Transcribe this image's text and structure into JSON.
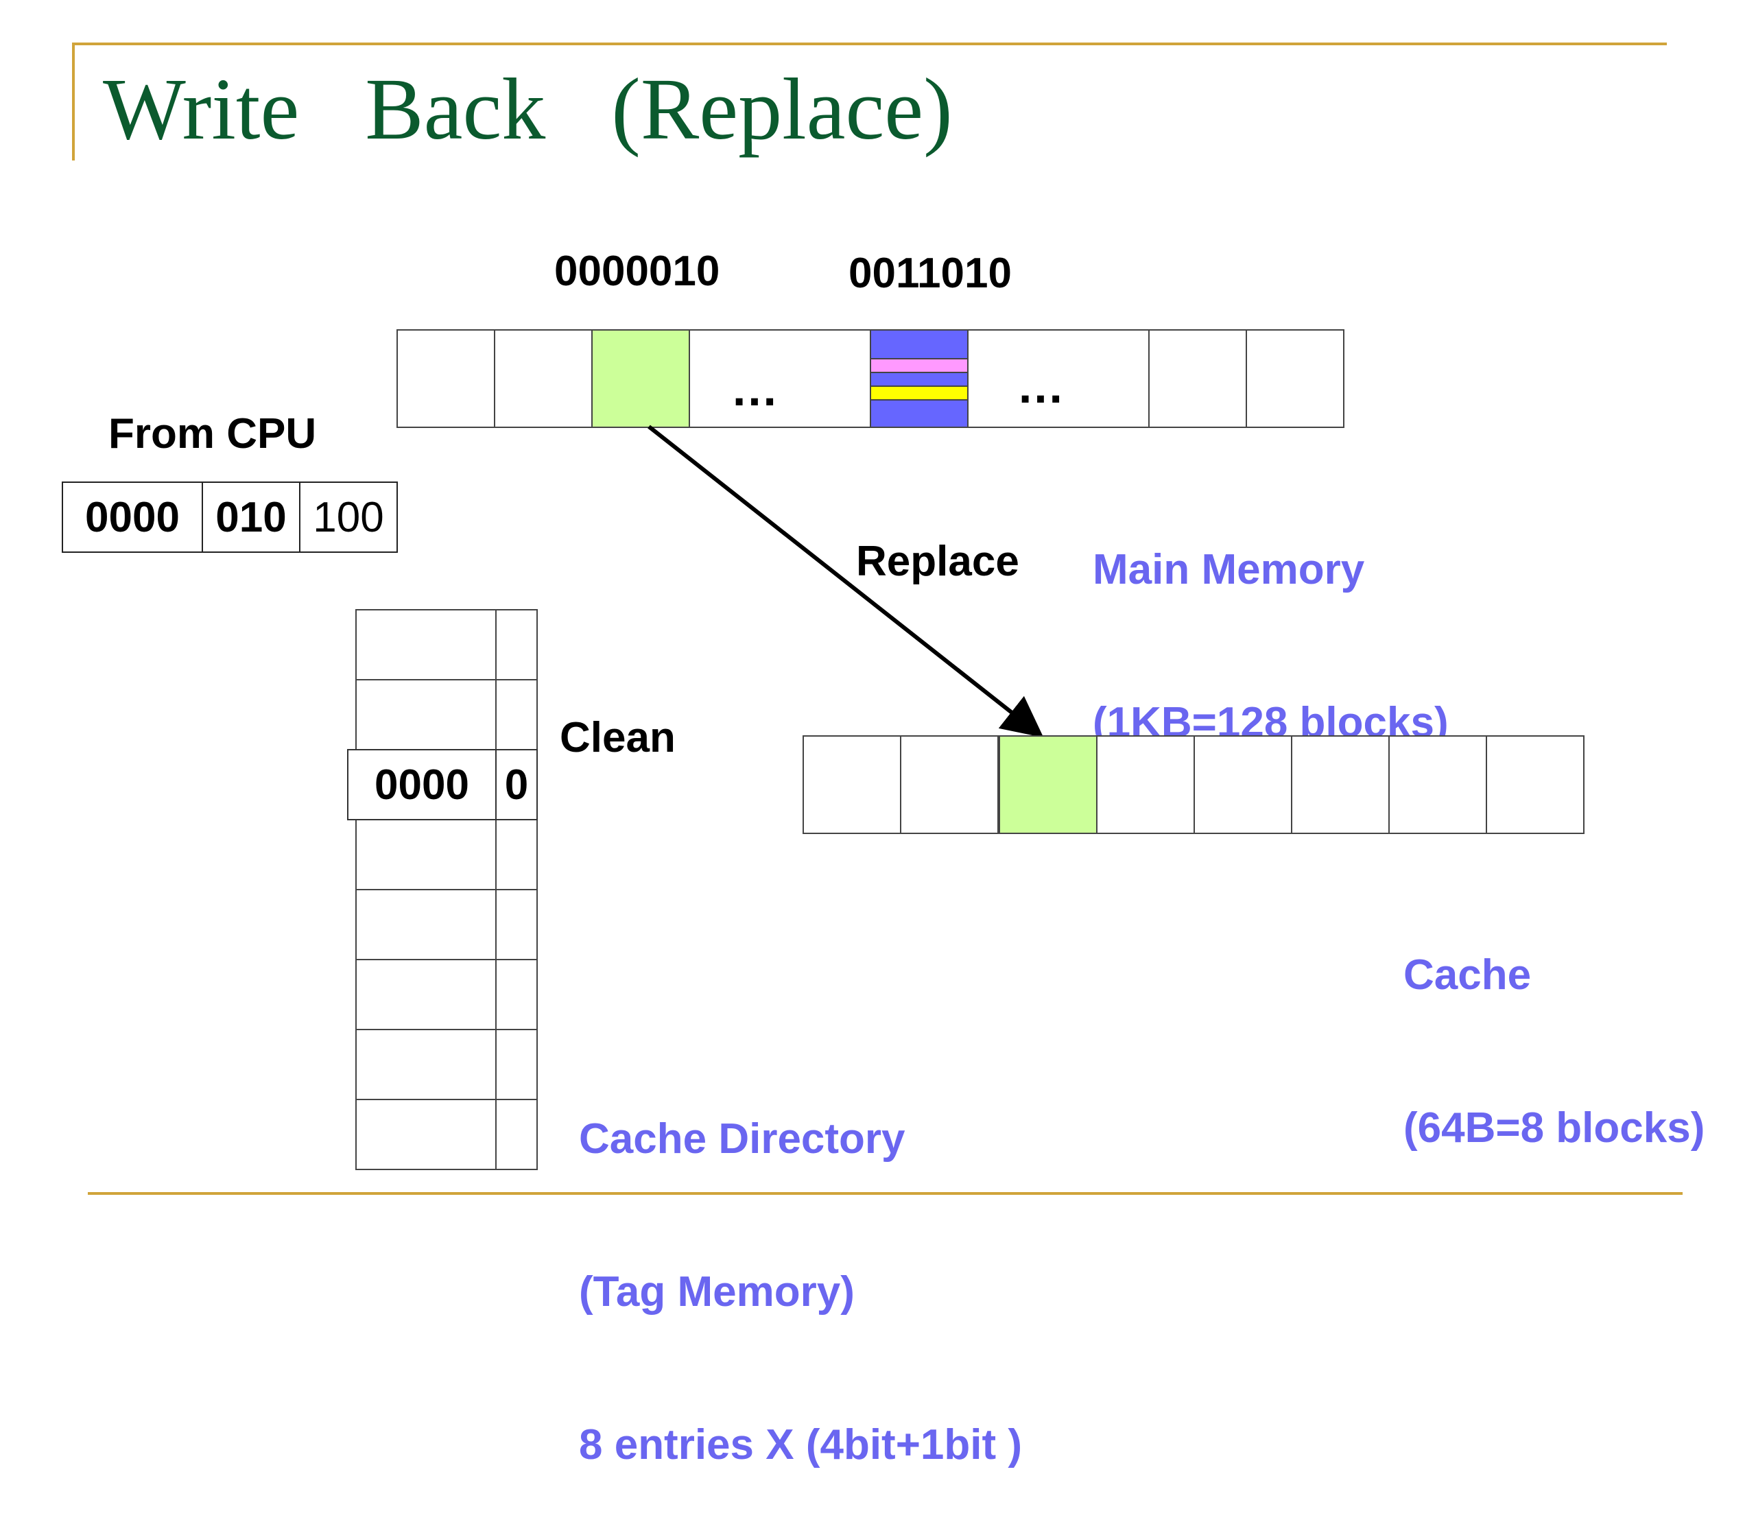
{
  "title": "Write   Back   (Replace)",
  "memory": {
    "addr_left": "0000010",
    "addr_right": "0011010",
    "ellipsis": "…",
    "label_line1": "Main Memory",
    "label_line2": "(1KB=128 blocks)"
  },
  "cpu": {
    "label": "From CPU",
    "tag": "0000",
    "index": "010",
    "offset": "100"
  },
  "arrow_label": "Replace",
  "directory": {
    "clean_label": "Clean",
    "entry_tag": "0000",
    "entry_bit": "0",
    "label_line1": "Cache Directory",
    "label_line2": "(Tag Memory)",
    "label_line3": "8 entries X (4bit+1bit )"
  },
  "cache": {
    "label_line1": "Cache",
    "label_line2": "(64B=8 blocks)"
  },
  "colors": {
    "title": "#0b5a2e",
    "rule": "#d0a43a",
    "label_blue": "#6a66f0",
    "block_green": "#ccff99",
    "block_blue": "#6666ff",
    "stripe_pink": "#ff99ff",
    "stripe_yellow": "#ffff00"
  }
}
